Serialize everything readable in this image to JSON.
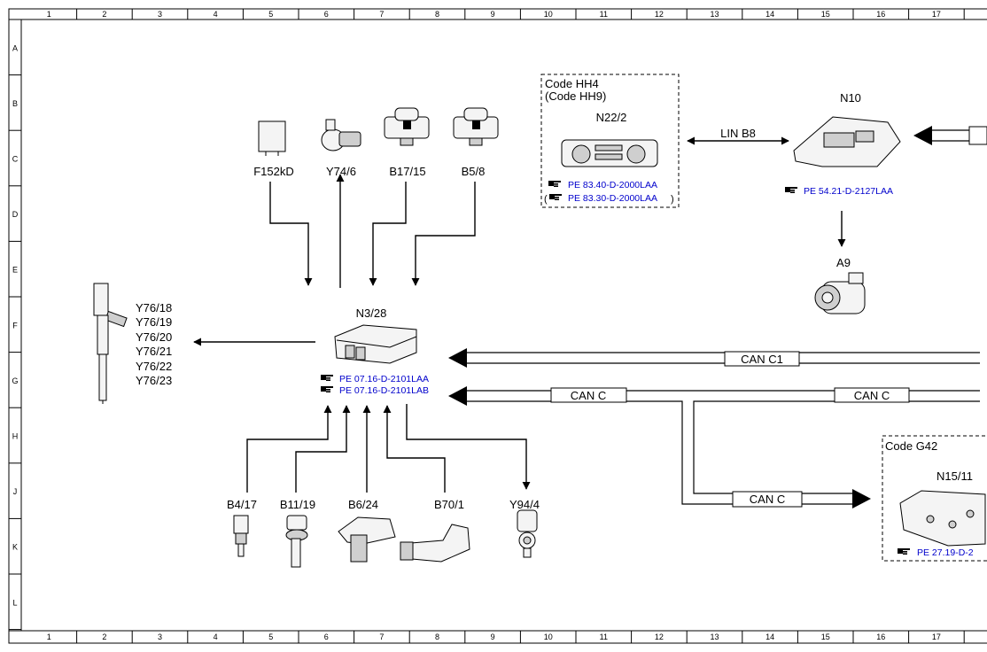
{
  "frame": {
    "columns": [
      "1",
      "2",
      "3",
      "4",
      "5",
      "6",
      "7",
      "8",
      "9",
      "10",
      "11",
      "12",
      "13",
      "14",
      "15",
      "16",
      "17"
    ],
    "rows": [
      "A",
      "B",
      "C",
      "D",
      "E",
      "F",
      "G",
      "H",
      "J",
      "K",
      "L"
    ]
  },
  "components": {
    "f152kd": "F152kD",
    "y74_6": "Y74/6",
    "b17_15": "B17/15",
    "b5_8": "B5/8",
    "n3_28": "N3/28",
    "y76": [
      "Y76/18",
      "Y76/19",
      "Y76/20",
      "Y76/21",
      "Y76/22",
      "Y76/23"
    ],
    "b4_17": "B4/17",
    "b11_19": "B11/19",
    "b6_24": "B6/24",
    "b70_1": "B70/1",
    "y94_4": "Y94/4",
    "n22_2": "N22/2",
    "n10": "N10",
    "a9": "A9",
    "n15_11": "N15/11"
  },
  "codes": {
    "hh4": "Code HH4",
    "hh9": "(Code HH9)",
    "g42": "Code G42"
  },
  "references": {
    "n3_28_a": "PE 07.16-D-2101LAA",
    "n3_28_b": "PE 07.16-D-2101LAB",
    "n22_2_a": "PE 83.40-D-2000LAA",
    "n22_2_b": "PE 83.30-D-2000LAA",
    "n10": "PE 54.21-D-2127LAA",
    "n15_11": "PE 27.19-D-2"
  },
  "buses": {
    "lin_b8": "LIN B8",
    "can_c1": "CAN C1",
    "can_c_left": "CAN C",
    "can_c_right": "CAN C",
    "can_c_lower": "CAN C"
  },
  "icons": {
    "reference_hand": "pointing-hand-icon"
  },
  "colors": {
    "reference_text": "#0000cc"
  }
}
